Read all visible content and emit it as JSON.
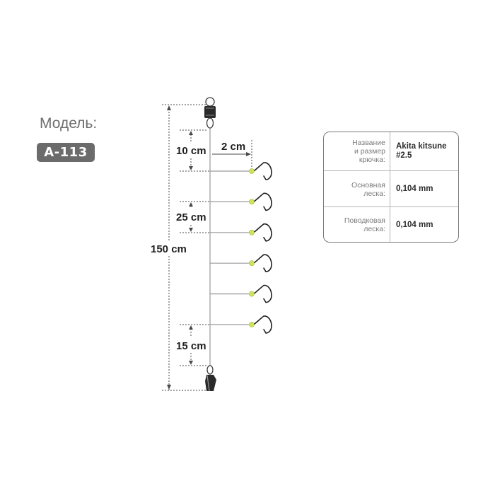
{
  "model": {
    "label": "Модель:",
    "code": "A-113"
  },
  "dimensions": {
    "total_length": "150 cm",
    "top_gap": "10 cm",
    "leader_length": "2 cm",
    "hook_spacing": "25 cm",
    "bottom_gap": "15 cm"
  },
  "rig": {
    "hook_count": 6,
    "bead_color": "#cfe35a",
    "line_color": "#9a9a9a"
  },
  "specs": [
    {
      "label": "Название\nи размер\nкрючка:",
      "value": "Akita kitsune\n#2.5"
    },
    {
      "label": "Основная\nлеска:",
      "value": "0,104 mm"
    },
    {
      "label": "Поводковая\nлеска:",
      "value": "0,104 mm"
    }
  ]
}
